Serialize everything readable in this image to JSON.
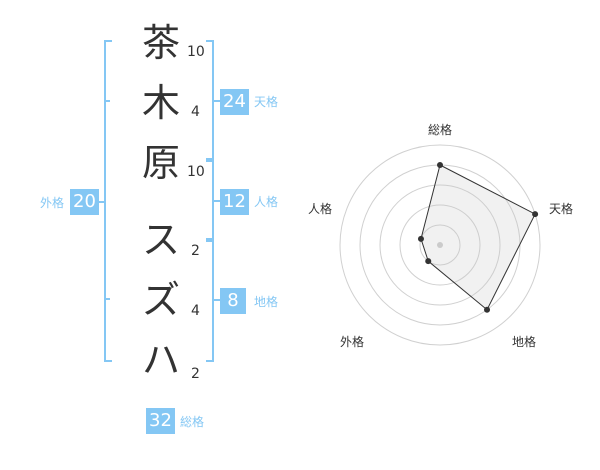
{
  "name": {
    "surname": [
      "茶",
      "木",
      "原"
    ],
    "given": [
      "ス",
      "ズ",
      "ハ"
    ]
  },
  "strokes": [
    "10",
    "4",
    "10",
    "2",
    "4",
    "2"
  ],
  "fortune": {
    "tenkaku": {
      "value": "24",
      "label": "天格"
    },
    "jinkaku": {
      "value": "12",
      "label": "人格"
    },
    "chikaku": {
      "value": "8",
      "label": "地格"
    },
    "gaikaku": {
      "value": "20",
      "label": "外格"
    },
    "soukaku": {
      "value": "32",
      "label": "総格"
    }
  },
  "colors": {
    "accent": "#84c7f4",
    "text": "#333333"
  },
  "chart_data": {
    "type": "radar",
    "axes": [
      "総格",
      "天格",
      "地格",
      "外格",
      "人格"
    ],
    "values": [
      4,
      5,
      4,
      1,
      1
    ],
    "max": 5,
    "rings": 5
  }
}
